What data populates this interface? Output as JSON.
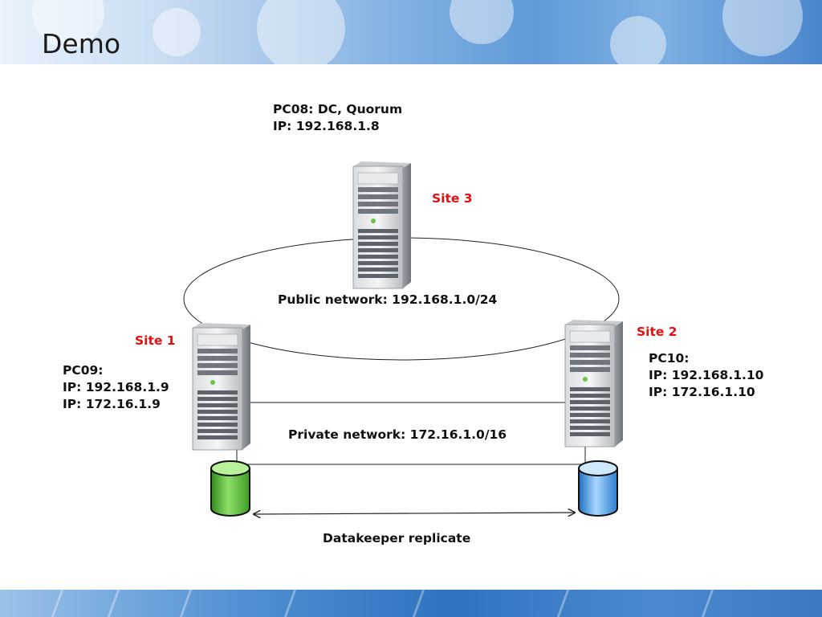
{
  "slide": {
    "title": "Demo"
  },
  "colors": {
    "site_label": "#e01010",
    "text": "#111111",
    "disk1": "#5cc23a",
    "disk2": "#4aa6e6"
  },
  "nodes": {
    "pc08": {
      "line1": "PC08: DC, Quorum",
      "line2": "IP: 192.168.1.8",
      "site": "Site 3"
    },
    "pc09": {
      "line1": "PC09:",
      "line2": "IP: 192.168.1.9",
      "line3": "IP: 172.16.1.9",
      "site": "Site 1"
    },
    "pc10": {
      "line1": "PC10:",
      "line2": "IP: 192.168.1.10",
      "line3": "IP: 172.16.1.10",
      "site": "Site 2"
    }
  },
  "networks": {
    "public": "Public network: 192.168.1.0/24",
    "private": "Private network: 172.16.1.0/16",
    "replication": "Datakeeper replicate"
  }
}
